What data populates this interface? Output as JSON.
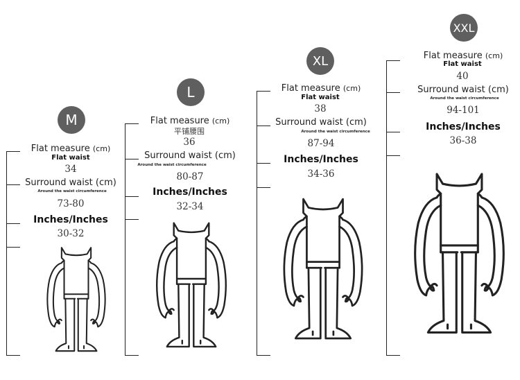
{
  "colors": {
    "badge": "#5f5f5f",
    "stroke": "#222222",
    "background": "#ffffff"
  },
  "sizes": [
    {
      "badge": "M",
      "flat_measure_label": "Flat measure",
      "unit": "(cm)",
      "flat_waist_label": "Flat waist",
      "flat_value": "34",
      "surround_label": "Surround waist (cm)",
      "around_note": "Around the waist circumference",
      "surround_value": "73-80",
      "inches_label": "Inches/Inches",
      "inches_value": "30-32"
    },
    {
      "badge": "L",
      "flat_measure_label": "Flat measure",
      "unit": "(cm)",
      "chinese_label": "平铺腰围",
      "flat_value": "36",
      "surround_label": "Surround waist (cm)",
      "around_note": "Around the waist circumference",
      "surround_value": "80-87",
      "inches_label": "Inches/Inches",
      "inches_value": "32-34"
    },
    {
      "badge": "XL",
      "flat_measure_label": "Flat measure",
      "unit": "(cm)",
      "flat_waist_label": "Flat waist",
      "flat_value": "38",
      "surround_label": "Surround waist (cm)",
      "around_note": "Around the waist circumference",
      "surround_value": "87-94",
      "inches_label": "Inches/Inches",
      "inches_value": "34-36"
    },
    {
      "badge": "XXL",
      "flat_measure_label": "Flat measure",
      "unit": "(cm)",
      "flat_waist_label": "Flat waist",
      "flat_value": "40",
      "surround_label": "Surround waist (cm)",
      "around_note": "Around the waist circumference",
      "surround_value": "94-101",
      "inches_label": "Inches/Inches",
      "inches_value": "36-38"
    }
  ]
}
